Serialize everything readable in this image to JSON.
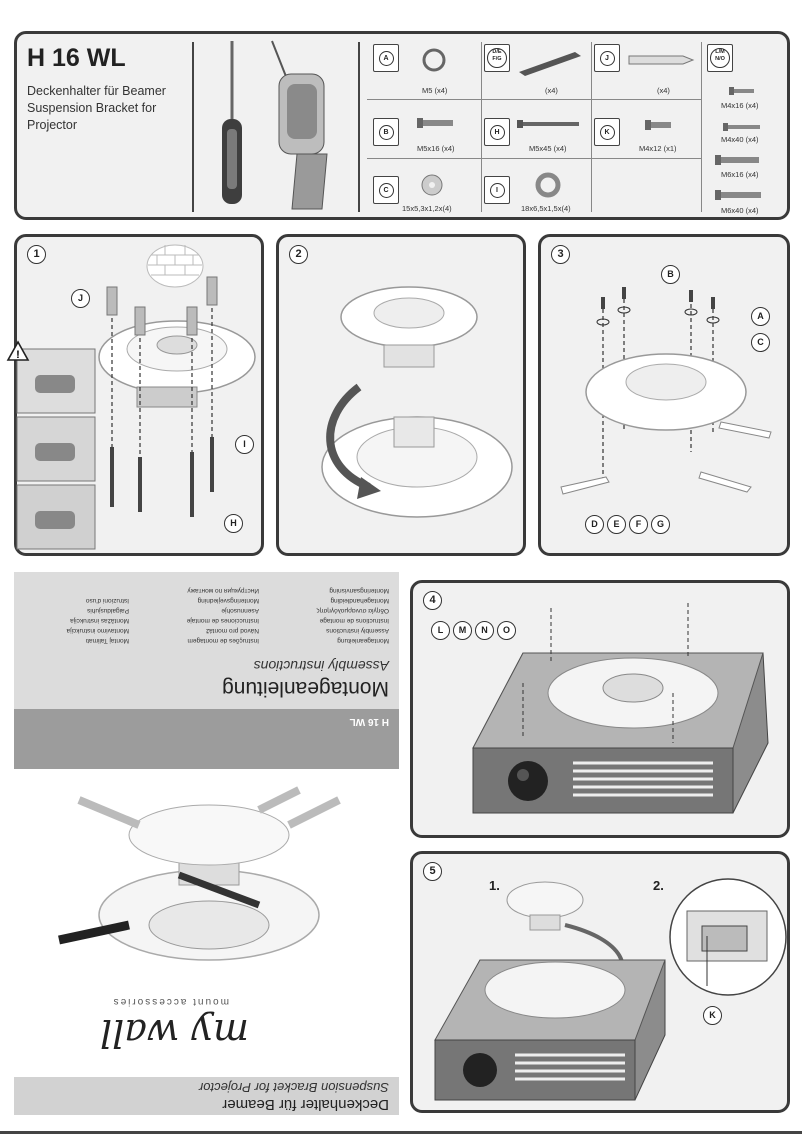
{
  "header": {
    "model": "H 16 WL",
    "subtitle_de": "Deckenhalter für Beamer",
    "subtitle_en1": "Suspension Bracket for",
    "subtitle_en2": "Projector"
  },
  "parts": [
    {
      "code": "A",
      "qty": "M5 (x4)"
    },
    {
      "code": "D/E F/G",
      "qty": "(x4)"
    },
    {
      "code": "J",
      "qty": "(x4)"
    },
    {
      "code": "B",
      "qty": "M5x16 (x4)"
    },
    {
      "code": "H",
      "qty": "M5x45 (x4)"
    },
    {
      "code": "K",
      "qty": "M4x12 (x1)"
    },
    {
      "code": "C",
      "qty": "15x5,3x1,2x(4)"
    },
    {
      "code": "I",
      "qty": "18x6,5x1,5x(4)"
    }
  ],
  "parts_lmno": {
    "code": "L/M N/O",
    "items": [
      "M4x16 (x4)",
      "M4x40 (x4)",
      "M6x16 (x4)",
      "M6x40 (x4)"
    ]
  },
  "steps": {
    "s1": "1",
    "s2": "2",
    "s3": "3",
    "s4": "4",
    "s5": "5",
    "s1_labels": {
      "j": "J",
      "i": "I",
      "h": "H"
    },
    "s3_labels": {
      "b": "B",
      "a": "A",
      "c": "C",
      "d": "D",
      "e": "E",
      "f": "F",
      "g": "G"
    },
    "s4_labels": {
      "l": "L",
      "m": "M",
      "n": "N",
      "o": "O"
    },
    "s5_labels": {
      "sub1": "1.",
      "sub2": "2.",
      "k": "K"
    }
  },
  "cover": {
    "title": "Montageanleitung",
    "subtitle": "Assembly instructions",
    "band_model": "H 16 WL",
    "languages_col1": [
      "Montageanleitung",
      "Assembly instructions",
      "Instructions de montage",
      "Οδηγία συναρμολόγησης",
      "Montagehandleiding",
      "Monteringsanvisning"
    ],
    "languages_col2": [
      "Instruções de montagem",
      "Návod pro montáž",
      "Instrucciones de montaje",
      "Asennusohje",
      "Monteringsvejledning",
      "Инструкция по монтажу"
    ],
    "languages_col3": [
      "Montaj Talimatı",
      "Montavimo instrukcija",
      "Montāžas instrukcija",
      "Paigaldusjuhis",
      "Istruzioni d'uso"
    ],
    "brand": "my wall",
    "brand_tag": "mount accessories",
    "product_de": "Deckenhalter für Beamer",
    "product_en": "Suspension Bracket for Projector"
  }
}
